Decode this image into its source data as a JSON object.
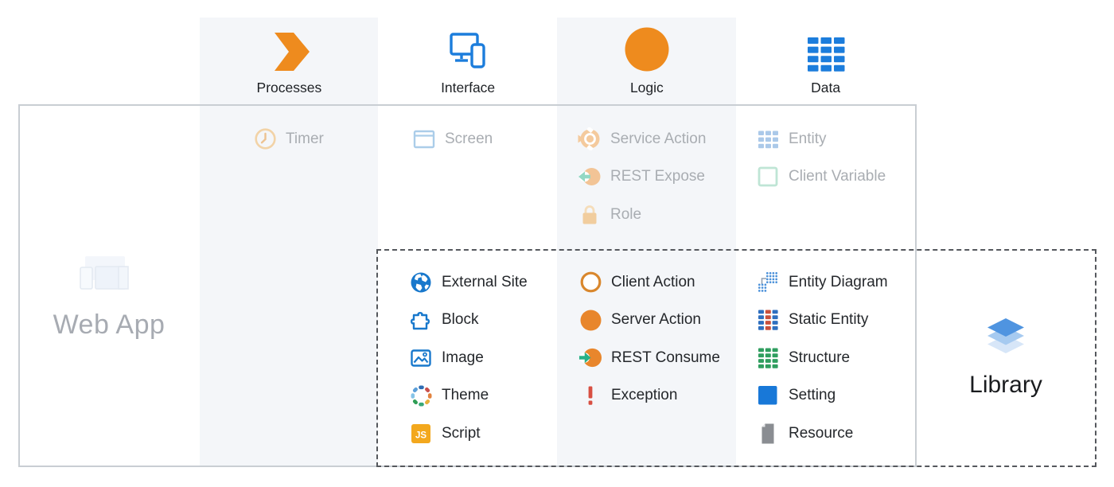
{
  "headers": [
    {
      "label": "Processes",
      "icon": "process-arrow"
    },
    {
      "label": "Interface",
      "icon": "devices"
    },
    {
      "label": "Logic",
      "icon": "logic-circle"
    },
    {
      "label": "Data",
      "icon": "data-table"
    }
  ],
  "web_app": {
    "label": "Web App",
    "icon": "web-app-devices",
    "processes_items": [
      {
        "label": "Timer",
        "icon": "timer"
      }
    ],
    "interface_items": [
      {
        "label": "Screen",
        "icon": "screen"
      }
    ],
    "logic_items": [
      {
        "label": "Service Action",
        "icon": "service-action"
      },
      {
        "label": "REST Expose",
        "icon": "rest-expose"
      },
      {
        "label": "Role",
        "icon": "role-lock"
      }
    ],
    "data_items": [
      {
        "label": "Entity",
        "icon": "entity"
      },
      {
        "label": "Client Variable",
        "icon": "client-variable"
      }
    ]
  },
  "library": {
    "label": "Library",
    "icon": "layers",
    "interface_items": [
      {
        "label": "External Site",
        "icon": "globe"
      },
      {
        "label": "Block",
        "icon": "puzzle"
      },
      {
        "label": "Image",
        "icon": "image"
      },
      {
        "label": "Theme",
        "icon": "theme"
      },
      {
        "label": "Script",
        "icon": "js-square"
      }
    ],
    "logic_items": [
      {
        "label": "Client Action",
        "icon": "ring-orange"
      },
      {
        "label": "Server Action",
        "icon": "circle-orange"
      },
      {
        "label": "REST Consume",
        "icon": "rest-consume"
      },
      {
        "label": "Exception",
        "icon": "exclamation"
      }
    ],
    "data_items": [
      {
        "label": "Entity Diagram",
        "icon": "entity-diagram"
      },
      {
        "label": "Static Entity",
        "icon": "static-entity"
      },
      {
        "label": "Structure",
        "icon": "structure"
      },
      {
        "label": "Setting",
        "icon": "setting"
      },
      {
        "label": "Resource",
        "icon": "resource-file"
      }
    ]
  },
  "colors": {
    "accent_orange": "#EE8B1E",
    "accent_blue": "#1C7DDC",
    "band_background": "#F4F6F9",
    "teal_arrow": "#27B187",
    "exception_red": "#D84F42",
    "faded_text": "#A9ADB2"
  }
}
